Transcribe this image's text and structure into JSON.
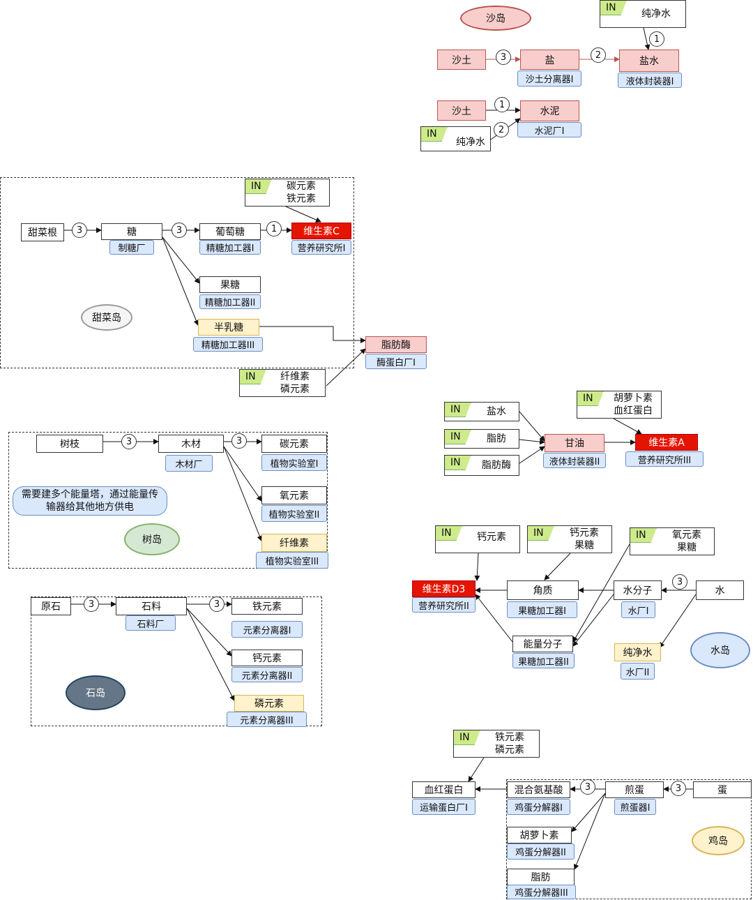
{
  "islands": {
    "sand": "沙岛",
    "beet": "甜菜岛",
    "tree": "树岛",
    "stone": "石岛",
    "water": "水岛",
    "chicken": "鸡岛"
  },
  "in_label": "IN",
  "note": [
    "需要建多个能量塔，通过能量传",
    "输器给其他地方供电"
  ],
  "items": {
    "sand_soil": "沙土",
    "salt": "盐",
    "brine": "盐水",
    "cement": "水泥",
    "pure_water": "纯净水",
    "beet_root": "甜菜根",
    "sugar": "糖",
    "glucose": "葡萄糖",
    "vitamin_c": "维生素C",
    "fructose": "果糖",
    "galactose": "半乳糖",
    "lipase": "脂肪酶",
    "fiber": "纤维素",
    "phosphorus": "磷元素",
    "carbon": "碳元素",
    "iron": "铁元素",
    "branch": "树枝",
    "wood": "木材",
    "oxygen": "氧元素",
    "raw_stone": "原石",
    "stone": "石料",
    "calcium": "钙元素",
    "glycerol": "甘油",
    "vitamin_a": "维生素A",
    "fat": "脂肪",
    "carotene": "胡萝卜素",
    "hemoglobin": "血红蛋白",
    "vitamin_d3": "维生素D3",
    "keratin": "角质",
    "water_molecule": "水分子",
    "water": "水",
    "energy_molecule": "能量分子",
    "mixed_amino": "混合氨基酸",
    "fried_egg": "煎蛋",
    "egg": "蛋"
  },
  "machines": {
    "sand_separator": "沙土分离器I",
    "liquid_packer_1": "液体封装器I",
    "cement_plant": "水泥厂I",
    "sugar_plant": "制糖厂",
    "refiner_1": "精糖加工器I",
    "refiner_2": "精糖加工器II",
    "refiner_3": "精糖加工器III",
    "nutrition_1": "营养研究所I",
    "enzyme_plant": "酶蛋白厂I",
    "wood_plant": "木材厂",
    "plant_lab_1": "植物实验室I",
    "plant_lab_2": "植物实验室II",
    "plant_lab_3": "植物实验室III",
    "stone_plant": "石料厂",
    "elem_sep_1": "元素分离器I",
    "elem_sep_2": "元素分离器II",
    "elem_sep_3": "元素分离器III",
    "liquid_packer_2": "液体封装器II",
    "nutrition_3": "营养研究所III",
    "nutrition_2": "营养研究所II",
    "fructose_proc_1": "果糖加工器I",
    "fructose_proc_2": "果糖加工器II",
    "water_plant_1": "水厂I",
    "water_plant_2": "水厂II",
    "transport_protein": "运输蛋白厂I",
    "egg_decomp_1": "鸡蛋分解器I",
    "egg_decomp_2": "鸡蛋分解器II",
    "egg_decomp_3": "鸡蛋分解器III",
    "fry_1": "煎蛋器I"
  },
  "counts": {
    "one": "1",
    "two": "2",
    "three": "3"
  },
  "colors": {
    "input_tag": "#cdeb8b",
    "machine": "#dae8fc",
    "pink": "#f8cecc",
    "red": "#e51400",
    "yellow": "#fff2cc"
  }
}
